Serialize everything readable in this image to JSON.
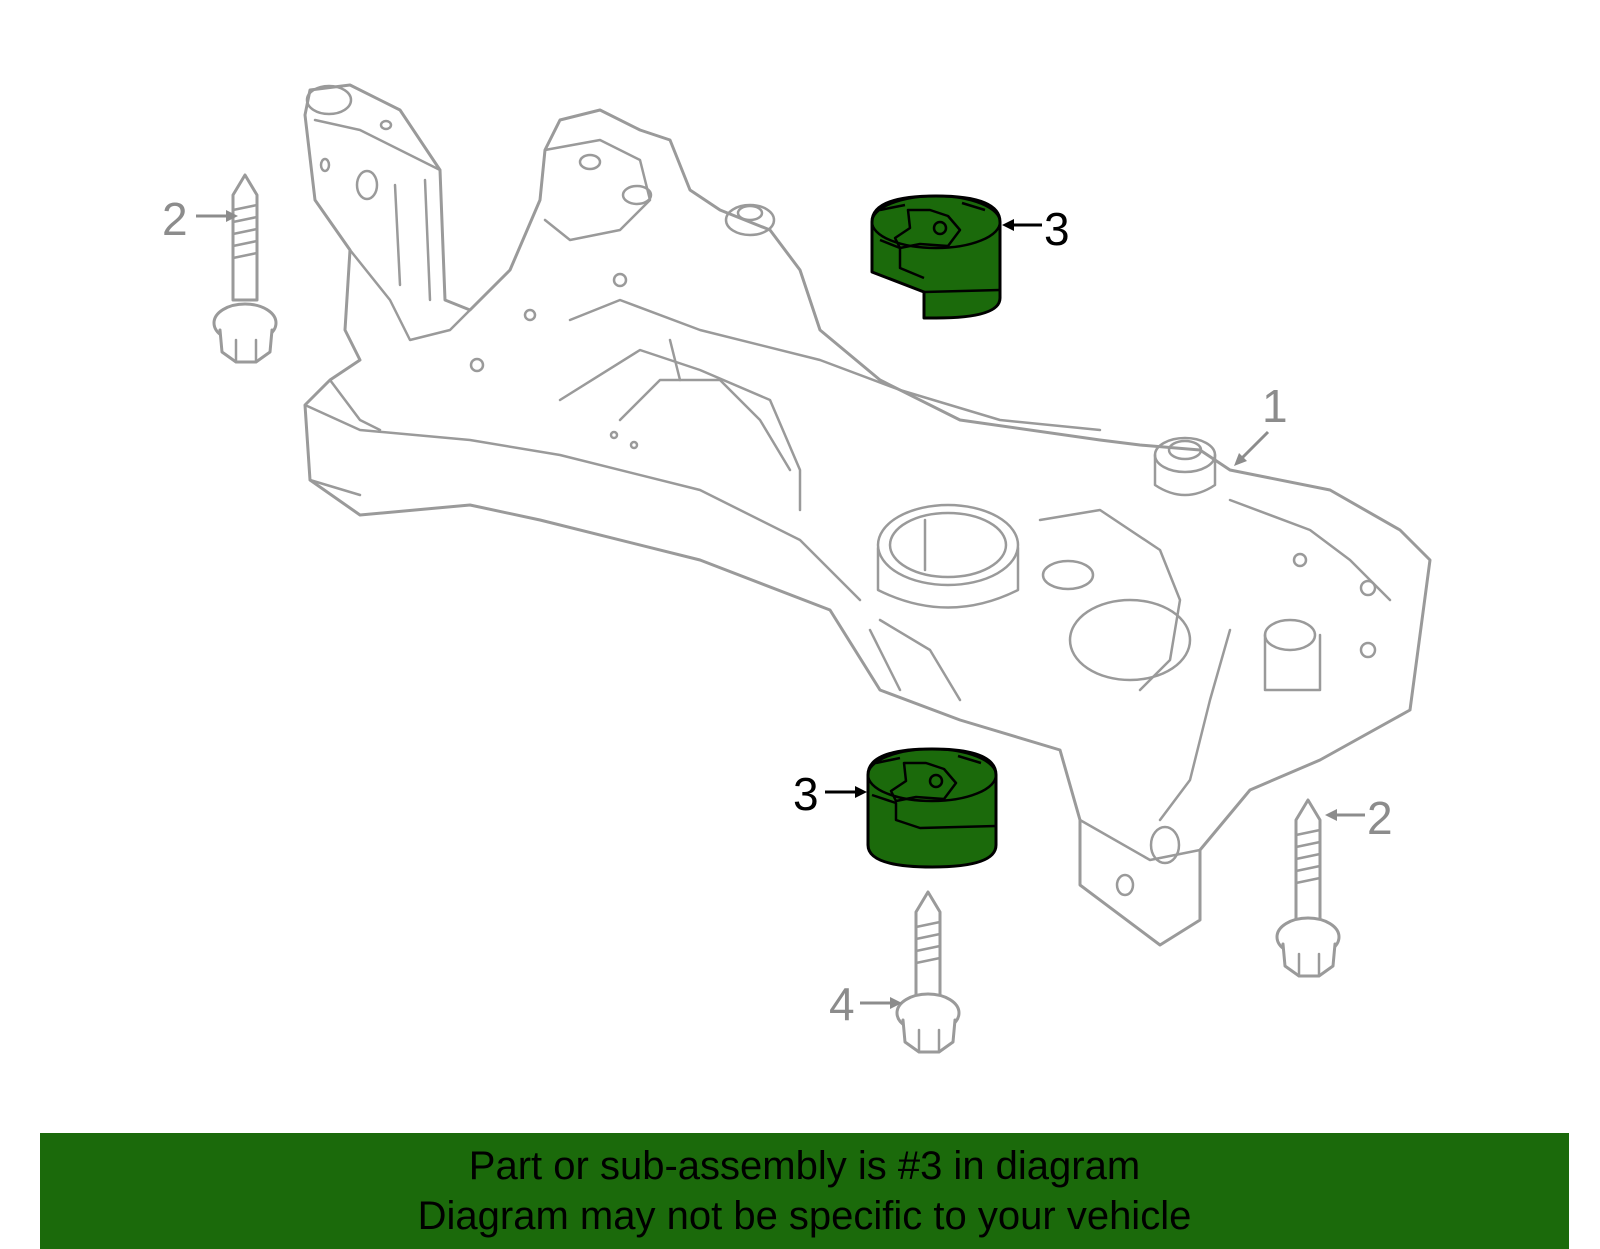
{
  "diagram": {
    "callouts": [
      {
        "id": "c2-left",
        "number": "2"
      },
      {
        "id": "c3-top",
        "number": "3"
      },
      {
        "id": "c1",
        "number": "1"
      },
      {
        "id": "c3-bottom",
        "number": "3"
      },
      {
        "id": "c2-right",
        "number": "2"
      },
      {
        "id": "c4",
        "number": "4"
      }
    ],
    "highlight_color": "#1b6a0b",
    "line_color": "#9a9a9a"
  },
  "banner": {
    "line1": "Part or sub-assembly is #3 in diagram",
    "line2": "Diagram may not be specific to your vehicle",
    "background": "#1b6a0b"
  }
}
